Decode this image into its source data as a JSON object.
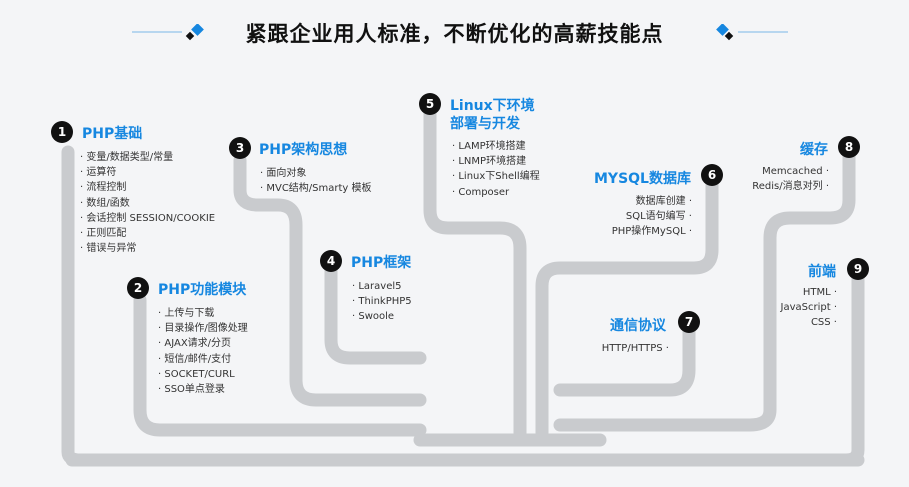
{
  "header": {
    "title": "紧跟企业用人标准，不断优化的高薪技能点"
  },
  "nodes": [
    {
      "num": "1",
      "title": "PHP基础",
      "items": [
        "· 变量/数据类型/常量",
        "· 运算符",
        "· 流程控制",
        "· 数组/函数",
        "· 会话控制   SESSION/COOKIE",
        "· 正则匹配",
        "· 错误与异常"
      ]
    },
    {
      "num": "2",
      "title": "PHP功能模块",
      "items": [
        "· 上传与下载",
        "· 目录操作/图像处理",
        "· AJAX请求/分页",
        "· 短信/邮件/支付",
        "· SOCKET/CURL",
        "· SSO单点登录"
      ]
    },
    {
      "num": "3",
      "title": "PHP架构思想",
      "items": [
        "· 面向对象",
        "· MVC结构/Smarty 模板"
      ]
    },
    {
      "num": "4",
      "title": "PHP框架",
      "items": [
        "· Laravel5",
        "· ThinkPHP5",
        "· Swoole"
      ]
    },
    {
      "num": "5",
      "title_line1": "Linux下环境",
      "title_line2": "部署与开发",
      "items": [
        "· LAMP环境搭建",
        "· LNMP环境搭建",
        "· Linux下Shell编程",
        "· Composer"
      ]
    },
    {
      "num": "6",
      "title": "MYSQL数据库",
      "items": [
        "数据库创建 ·",
        "SQL语句编写 ·",
        "PHP操作MySQL ·"
      ]
    },
    {
      "num": "7",
      "title": "通信协议",
      "items": [
        "HTTP/HTTPS ·"
      ]
    },
    {
      "num": "8",
      "title": "缓存",
      "items": [
        "Memcached ·",
        "Redis/消息对列 ·"
      ]
    },
    {
      "num": "9",
      "title": "前端",
      "items": [
        "HTML ·",
        "JavaScript ·",
        "CSS ·"
      ]
    }
  ],
  "colors": {
    "accent": "#1687e0",
    "tree": "#c9cbce",
    "badge": "#111111"
  }
}
